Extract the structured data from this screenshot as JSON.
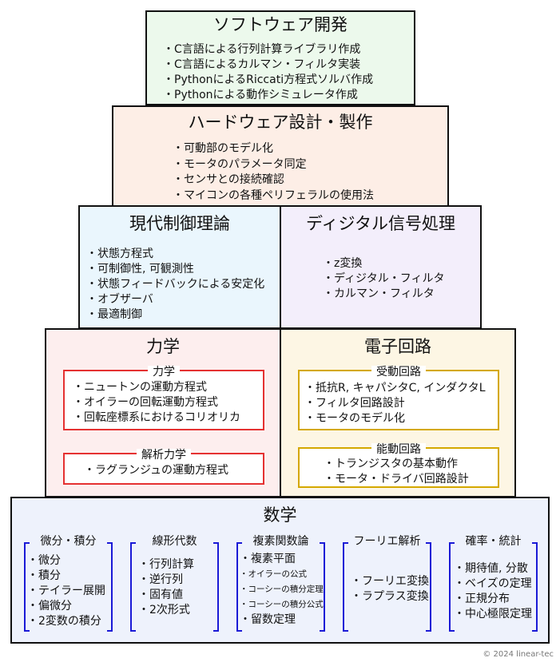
{
  "software": {
    "title": "ソフトウェア開発",
    "items": [
      "・C言語による行列計算ライブラリ作成",
      "・C言語によるカルマン・フィルタ実装",
      "・PythonによるRiccati方程式ソルバ作成",
      "・Pythonによる動作シミュレータ作成"
    ]
  },
  "hardware": {
    "title": "ハードウェア設計・製作",
    "items": [
      "・可動部のモデル化",
      "・モータのパラメータ同定",
      "・センサとの接続確認",
      "・マイコンの各種ペリフェラルの使用法"
    ]
  },
  "control": {
    "title": "現代制御理論",
    "items": [
      "・状態方程式",
      "・可制御性, 可観測性",
      "・状態フィードバックによる安定化",
      "・オブザーバ",
      "・最適制御"
    ]
  },
  "dsp": {
    "title": "ディジタル信号処理",
    "items": [
      "・z変換",
      "・ディジタル・フィルタ",
      "・カルマン・フィルタ"
    ]
  },
  "mechanics": {
    "title": "力学",
    "dynamics": {
      "title": "力学",
      "items": [
        "・ニュートンの運動方程式",
        "・オイラーの回転運動方程式",
        "・回転座標系におけるコリオリカ"
      ]
    },
    "analytical": {
      "title": "解析力学",
      "items": [
        "・ラグランジュの運動方程式"
      ]
    }
  },
  "circuits": {
    "title": "電子回路",
    "passive": {
      "title": "受動回路",
      "items": [
        "・抵抗R, キャパシタC, インダクタL",
        "・フィルタ回路設計",
        "・モータのモデル化"
      ]
    },
    "active": {
      "title": "能動回路",
      "items": [
        "・トランジスタの基本動作",
        "・モータ・ドライバ回路設計"
      ]
    }
  },
  "math": {
    "title": "数学",
    "columns": [
      {
        "title": "微分・積分",
        "items": [
          "・微分",
          "・積分",
          "・テイラー展開",
          "・偏微分",
          "・2変数の積分"
        ]
      },
      {
        "title": "線形代数",
        "items": [
          "・行列計算",
          "・逆行列",
          "・固有値",
          "・2次形式"
        ]
      },
      {
        "title": "複素関数論",
        "items": [
          "・複素平面",
          "・オイラーの公式",
          "・コーシーの積分定理",
          "・コーシーの積分公式",
          "・留数定理"
        ]
      },
      {
        "title": "フーリエ解析",
        "items": [
          "・フーリエ変換",
          "・ラプラス変換"
        ]
      },
      {
        "title": "確率・統計",
        "items": [
          "・期待値, 分散",
          "・ベイズの定理",
          "・正規分布",
          "・中心極限定理"
        ]
      }
    ]
  },
  "copyright": "© 2024 linear-tec",
  "colors": {
    "software_bg": "#ecf9ec",
    "hardware_bg": "#fdeee6",
    "control_bg": "#eaf6fd",
    "dsp_bg": "#f3eefb",
    "mechanics_bg": "#fdeeee",
    "circuits_bg": "#fdf6e4",
    "math_bg": "#eef2fc",
    "red_border": "#e53131",
    "gold_border": "#d4a800",
    "blue_bracket": "#1a1ad6"
  }
}
